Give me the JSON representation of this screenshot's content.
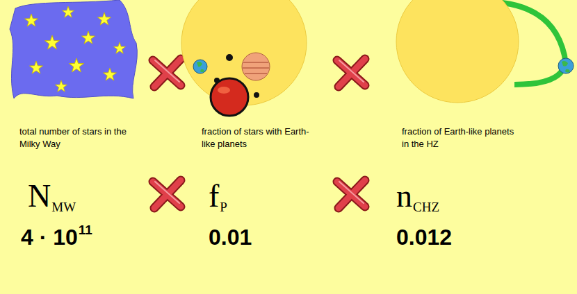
{
  "diagram": {
    "labels": [
      "total number of stars in the Milky Way",
      "fraction of stars with Earth-like planets",
      "fraction of Earth-like planets in the HZ",
      "N",
      "MW",
      "f",
      "P",
      "n",
      "CHZ",
      "4 · 10",
      "11",
      "0.01",
      "0.012"
    ]
  }
}
